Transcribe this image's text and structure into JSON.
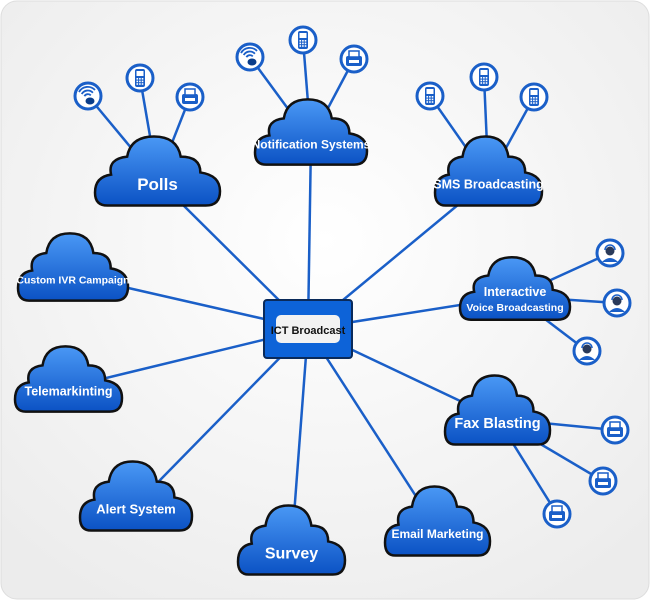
{
  "center": {
    "label": "ICT Broadcast"
  },
  "colors": {
    "line": "#1a5fc8",
    "cloud_top": "#3d8ef0",
    "cloud_bottom": "#0a55c8",
    "icon_ring": "#1a5fc8",
    "background": "#f2f2f2"
  },
  "nodes": [
    {
      "id": "polls",
      "label": "Polls",
      "icons": [
        "wifi-icon",
        "phone-icon",
        "fax-icon"
      ]
    },
    {
      "id": "notification-systems",
      "label": "Notification Systems",
      "icons": [
        "wifi-icon",
        "phone-icon",
        "fax-icon"
      ]
    },
    {
      "id": "sms-broadcasting",
      "label": "SMS Broadcasting",
      "icons": [
        "phone-icon",
        "phone-icon",
        "phone-icon"
      ]
    },
    {
      "id": "custom-ivr-campaign",
      "label": "Custom IVR Campaign",
      "icons": []
    },
    {
      "id": "interactive-voice-broadcasting",
      "label": "Interactive",
      "label2": "Voice Broadcasting",
      "icons": [
        "person-icon",
        "person-icon",
        "person-icon"
      ]
    },
    {
      "id": "telemarkinting",
      "label": "Telemarkinting",
      "icons": []
    },
    {
      "id": "fax-blasting",
      "label": "Fax Blasting",
      "icons": [
        "fax-icon",
        "fax-icon",
        "fax-icon"
      ]
    },
    {
      "id": "alert-system",
      "label": "Alert System",
      "icons": []
    },
    {
      "id": "survey",
      "label": "Survey",
      "icons": []
    },
    {
      "id": "email-marketing",
      "label": "Email Marketing",
      "icons": []
    }
  ]
}
